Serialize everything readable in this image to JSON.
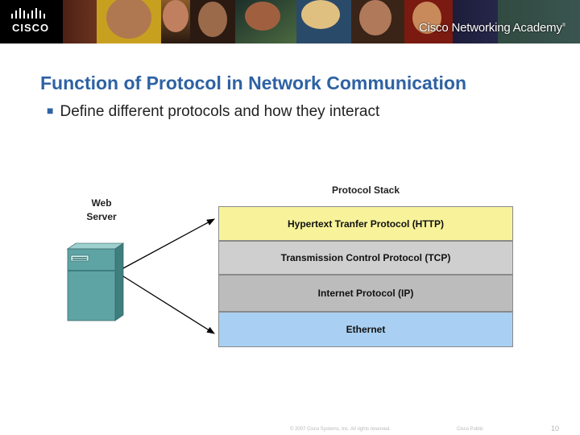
{
  "banner": {
    "logo_text": "CISCO",
    "academy_text": "Cisco Networking Academy",
    "academy_mark": "®"
  },
  "slide": {
    "title": "Function of Protocol in Network Communication",
    "bullet": "Define different protocols and how they interact"
  },
  "diagram": {
    "server_label_line1": "Web",
    "server_label_line2": "Server",
    "stack_title": "Protocol Stack",
    "layers": [
      {
        "label": "Hypertext Tranfer Protocol (HTTP)",
        "color": "#f8f39a"
      },
      {
        "label": "Transmission Control Protocol (TCP)",
        "color": "#cfcfcf"
      },
      {
        "label": "Internet Protocol (IP)",
        "color": "#bcbcbc"
      },
      {
        "label": "Ethernet",
        "color": "#a9d0f2"
      }
    ],
    "server_color": "#4f9a9a"
  },
  "footer": {
    "copyright": "© 2007 Cisco Systems, Inc. All rights reserved.",
    "classification": "Cisco Public",
    "page_number": "10"
  },
  "colors": {
    "title": "#2e62a3",
    "banner_bg": "#111318"
  }
}
